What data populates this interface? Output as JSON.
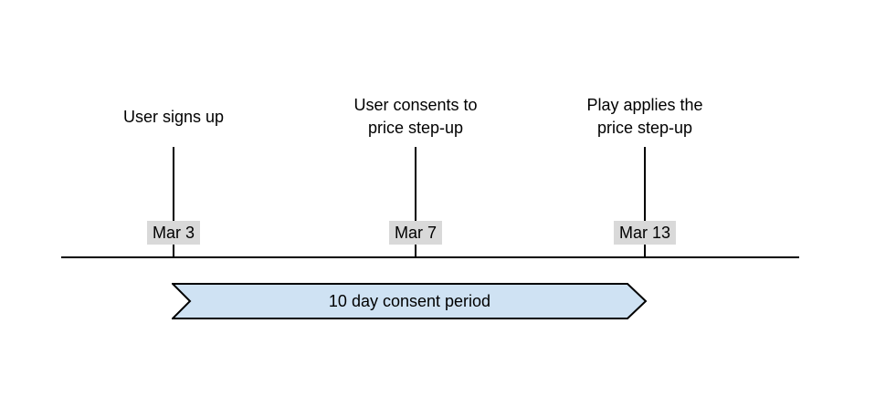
{
  "diagram": {
    "type": "timeline",
    "events": [
      {
        "label": "User signs up",
        "date": "Mar 3"
      },
      {
        "label": "User consents to\nprice step-up",
        "date": "Mar 7"
      },
      {
        "label": "Play applies the\nprice step-up",
        "date": "Mar 13"
      }
    ],
    "period": {
      "label": "10 day consent period",
      "start_date": "Mar 3",
      "end_date": "Mar 13"
    },
    "colors": {
      "background": "#ffffff",
      "line": "#000000",
      "text": "#000000",
      "date_bg": "#d9d9d9",
      "banner_fill": "#cfe2f3",
      "banner_border": "#000000"
    }
  }
}
